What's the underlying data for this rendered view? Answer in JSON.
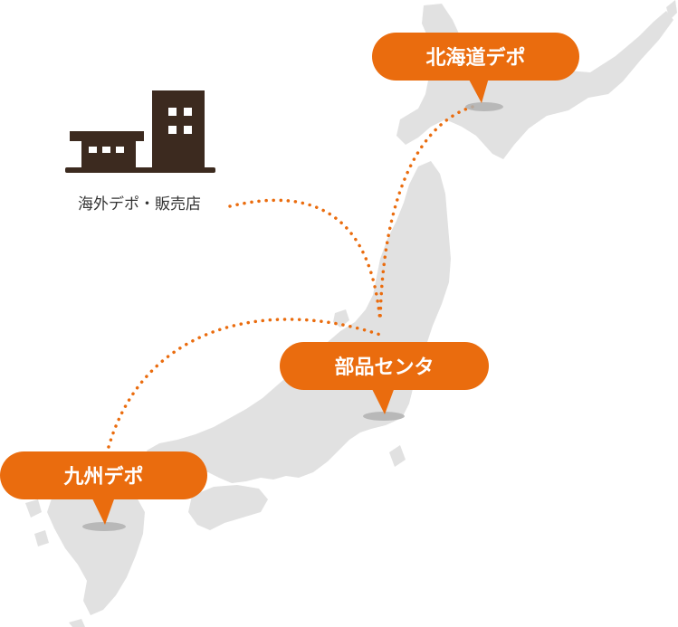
{
  "colors": {
    "accent": "#ea6c0e",
    "land": "#e1e1e1",
    "building": "#3c2a1f"
  },
  "icons": {
    "overseas": "buildings-icon"
  },
  "labels": {
    "hokkaido": "北海道デポ",
    "center": "部品センタ",
    "kyushu": "九州デポ",
    "overseas": "海外デポ・販売店"
  }
}
